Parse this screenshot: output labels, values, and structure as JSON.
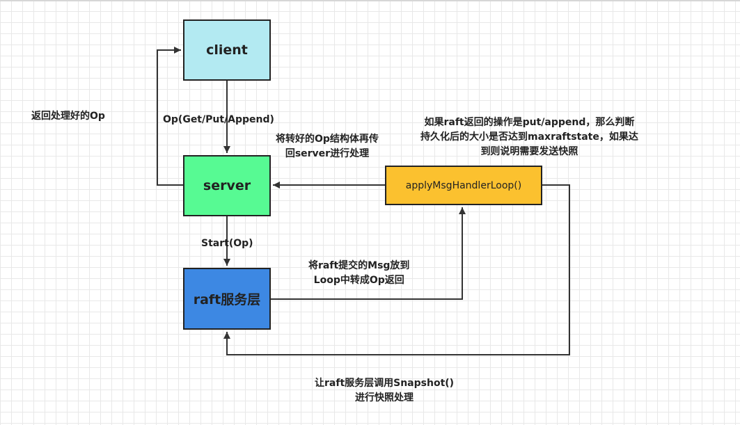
{
  "nodes": {
    "client": "client",
    "server": "server",
    "raft": "raft服务层",
    "apply": "applyMsgHandlerLoop()"
  },
  "labels": {
    "return_op": "返回处理好的Op",
    "op_types": "Op(Get/Put/Append)",
    "convert_lines": [
      "将转好的Op结构体再传",
      "回server进行处理"
    ],
    "decide_lines": [
      "如果raft返回的操作是put/append，那么判断",
      "持久化后的大小是否达到maxraftstate，如果达",
      "到则说明需要发送快照"
    ],
    "start": "Start(Op)",
    "commit_lines": [
      "将raft提交的Msg放到",
      "Loop中转成Op返回"
    ],
    "snapshot_lines": [
      "让raft服务层调用Snapshot()",
      "进行快照处理"
    ]
  },
  "colors": {
    "client": "#b3eaf2",
    "server": "#57fa93",
    "raft": "#3d88e3",
    "apply": "#fbc12f",
    "edge": "#333333"
  }
}
